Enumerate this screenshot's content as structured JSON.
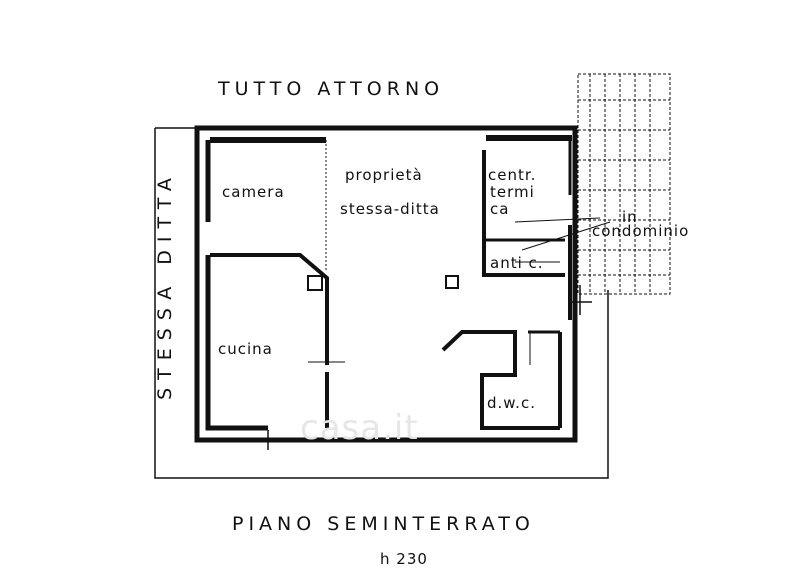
{
  "labels": {
    "top": "TUTTO ATTORNO",
    "left": "STESSA DITTA",
    "bottom": "PIANO SEMINTERRATO",
    "bottom_cut": "h 230",
    "watermark": "casa.it"
  },
  "rooms": {
    "camera": "camera",
    "cucina": "cucina",
    "proprieta_1": "proprietà",
    "proprieta_2": "stessa-ditta",
    "centr_1": "centr.",
    "centr_2": "termi",
    "centr_3": "ca",
    "condominio_1": "in",
    "condominio_2": "condominio",
    "anti": "anti c.",
    "dwc": "d.w.c."
  },
  "colors": {
    "ink": "#111111",
    "background": "#ffffff"
  }
}
